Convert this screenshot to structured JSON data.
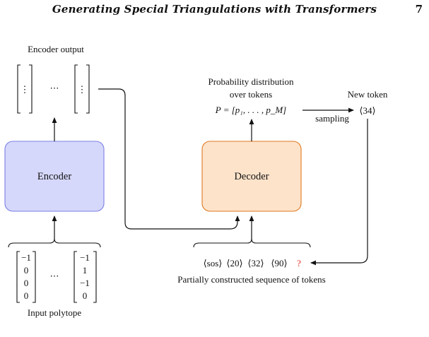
{
  "header": {
    "running_title": "Generating Special Triangulations with Transformers",
    "page_number": "7"
  },
  "diagram": {
    "encoder_output_label": "Encoder output",
    "matrix_vdots": "⋮",
    "cdots": "⋯",
    "encoder_label": "Encoder",
    "decoder_label": "Decoder",
    "prob_dist_line1": "Probability distribution",
    "prob_dist_line2": "over tokens",
    "prob_formula": "P = [p₁, . . . , p_M]",
    "sampling_label": "sampling",
    "new_token_label": "New token",
    "new_token_value": "⟨34⟩",
    "input_polytope_label": "Input polytope",
    "vector1": [
      "−1",
      "0",
      "0",
      "0"
    ],
    "vector2": [
      "−1",
      "1",
      "−1",
      "0"
    ],
    "sequence_tokens": [
      "⟨sos⟩",
      "⟨20⟩",
      "⟨32⟩",
      "⟨90⟩"
    ],
    "sequence_placeholder": "?",
    "sequence_label": "Partially constructed sequence of tokens",
    "colors": {
      "encoder_fill": "#d6d8fb",
      "encoder_stroke": "#7b7fe3",
      "decoder_fill": "#fde3ca",
      "decoder_stroke": "#e0781f",
      "question_mark": "#e0261c"
    }
  }
}
